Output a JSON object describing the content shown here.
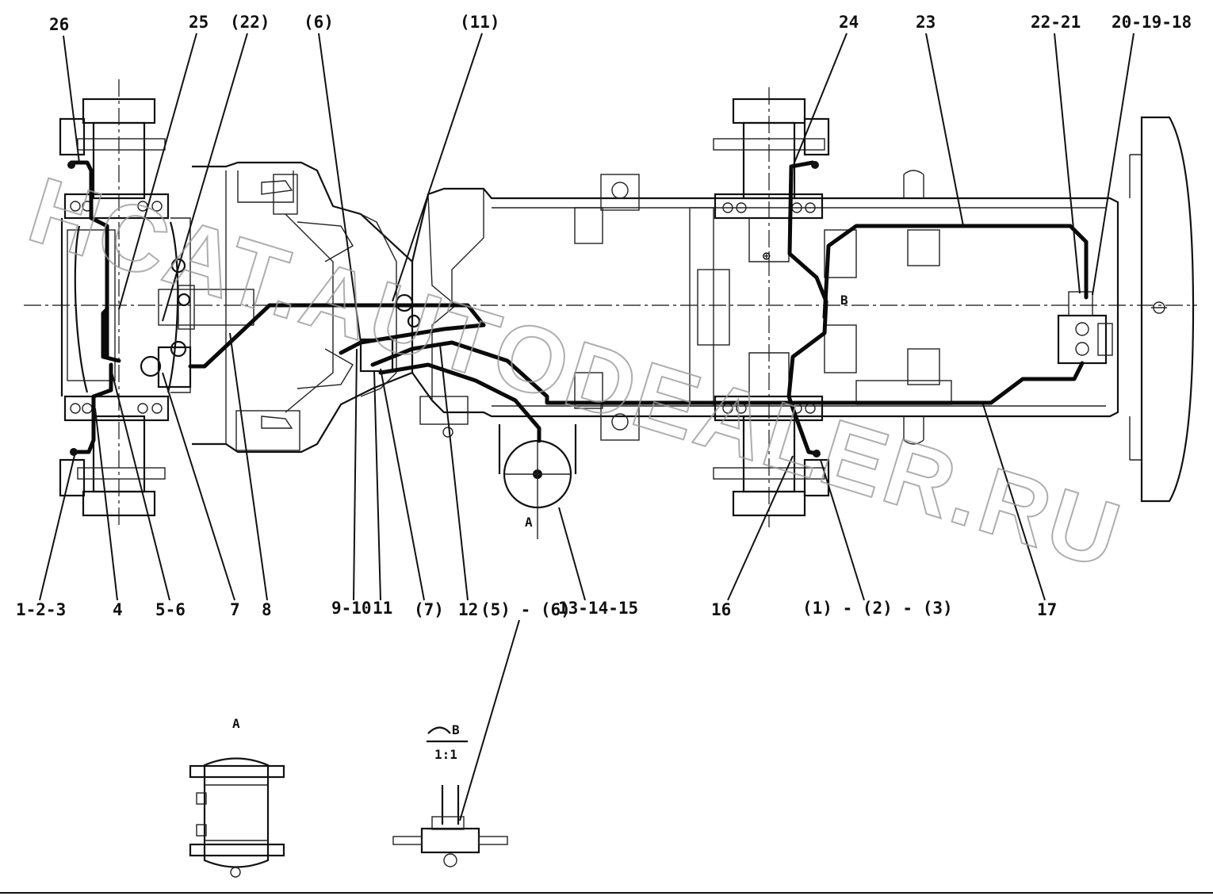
{
  "labels": {
    "top": [
      "26",
      "25",
      "(22)",
      "(6)",
      "(11)",
      "24",
      "23",
      "22-21",
      "20-19-18"
    ],
    "bottom": [
      "1-2-3",
      "4",
      "5-6",
      "7",
      "8",
      "9-10",
      "11",
      "(7)",
      "12",
      "(5) - (6)",
      "13-14-15",
      "16",
      "(1) - (2) - (3)",
      "17"
    ]
  },
  "view_markers": {
    "a_on_tank": "A",
    "b_on_frame": "B"
  },
  "detail_views": {
    "view_a": {
      "title": "A"
    },
    "view_b": {
      "title": "B",
      "scale": "1:1"
    }
  },
  "watermark": "HCAT.AUTODEALER.RU",
  "colors": {
    "line": "#111111",
    "watermark": "#9a9a9a",
    "background": "#ffffff"
  }
}
